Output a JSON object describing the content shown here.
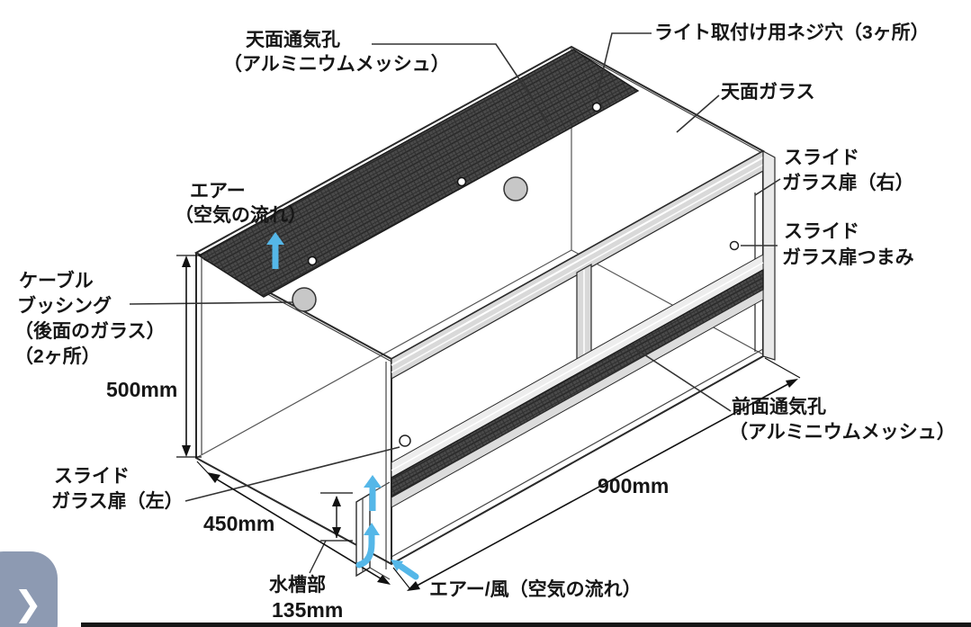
{
  "diagram": {
    "labels": {
      "top_vent_1": "天面通気孔",
      "top_vent_2": "（アルミニウムメッシュ）",
      "light_screw_holes": "ライト取付け用ネジ穴（3ヶ所）",
      "top_glass": "天面ガラス",
      "slide_door_right_1": "スライド",
      "slide_door_right_2": "ガラス扉（右）",
      "slide_door_knob_1": "スライド",
      "slide_door_knob_2": "ガラス扉つまみ",
      "air_flow_top_1": "エアー",
      "air_flow_top_2": "（空気の流れ）",
      "cable_bushing_1": "ケーブル",
      "cable_bushing_2": "ブッシング",
      "cable_bushing_3": "（後面のガラス）",
      "cable_bushing_4": "（2ヶ所）",
      "slide_door_left_1": "スライド",
      "slide_door_left_2": "ガラス扉（左）",
      "front_vent_1": "前面通気孔",
      "front_vent_2": "（アルミニウムメッシュ）",
      "water_tank_1": "水槽部",
      "air_flow_bottom": "エアー/風（空気の流れ）"
    },
    "dimensions": {
      "height": "500mm",
      "depth": "450mm",
      "width": "900mm",
      "water_section": "135mm"
    },
    "colors": {
      "line": "#2a2a2a",
      "mesh": "#4a4a4a",
      "airflow_blue": "#55b7e8",
      "nav_button": "#8d9ab2"
    }
  },
  "nav": {
    "chevron_glyph": "❯"
  }
}
